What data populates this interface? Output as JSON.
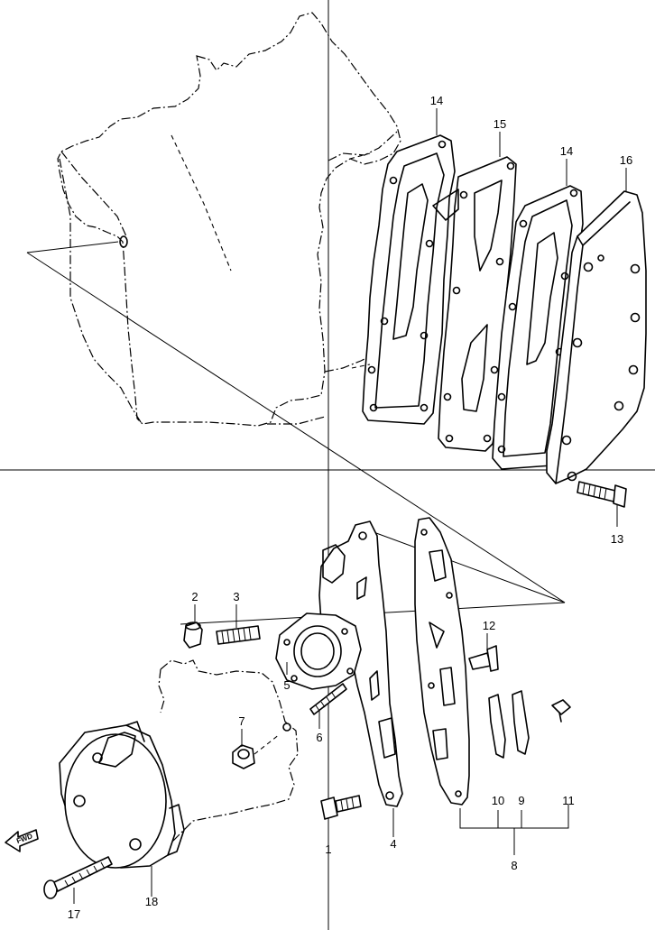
{
  "diagram": {
    "direction_label": "FWD",
    "callouts": [
      {
        "id": "c1",
        "text": "1"
      },
      {
        "id": "c2",
        "text": "2"
      },
      {
        "id": "c3",
        "text": "3"
      },
      {
        "id": "c4",
        "text": "4"
      },
      {
        "id": "c5",
        "text": "5"
      },
      {
        "id": "c6",
        "text": "6"
      },
      {
        "id": "c7",
        "text": "7"
      },
      {
        "id": "c8",
        "text": "8"
      },
      {
        "id": "c9",
        "text": "9"
      },
      {
        "id": "c10",
        "text": "10"
      },
      {
        "id": "c11",
        "text": "11"
      },
      {
        "id": "c12",
        "text": "12"
      },
      {
        "id": "c13",
        "text": "13"
      },
      {
        "id": "c14a",
        "text": "14"
      },
      {
        "id": "c14b",
        "text": "14"
      },
      {
        "id": "c15",
        "text": "15"
      },
      {
        "id": "c16",
        "text": "16"
      },
      {
        "id": "c17",
        "text": "17"
      },
      {
        "id": "c18",
        "text": "18"
      }
    ]
  }
}
